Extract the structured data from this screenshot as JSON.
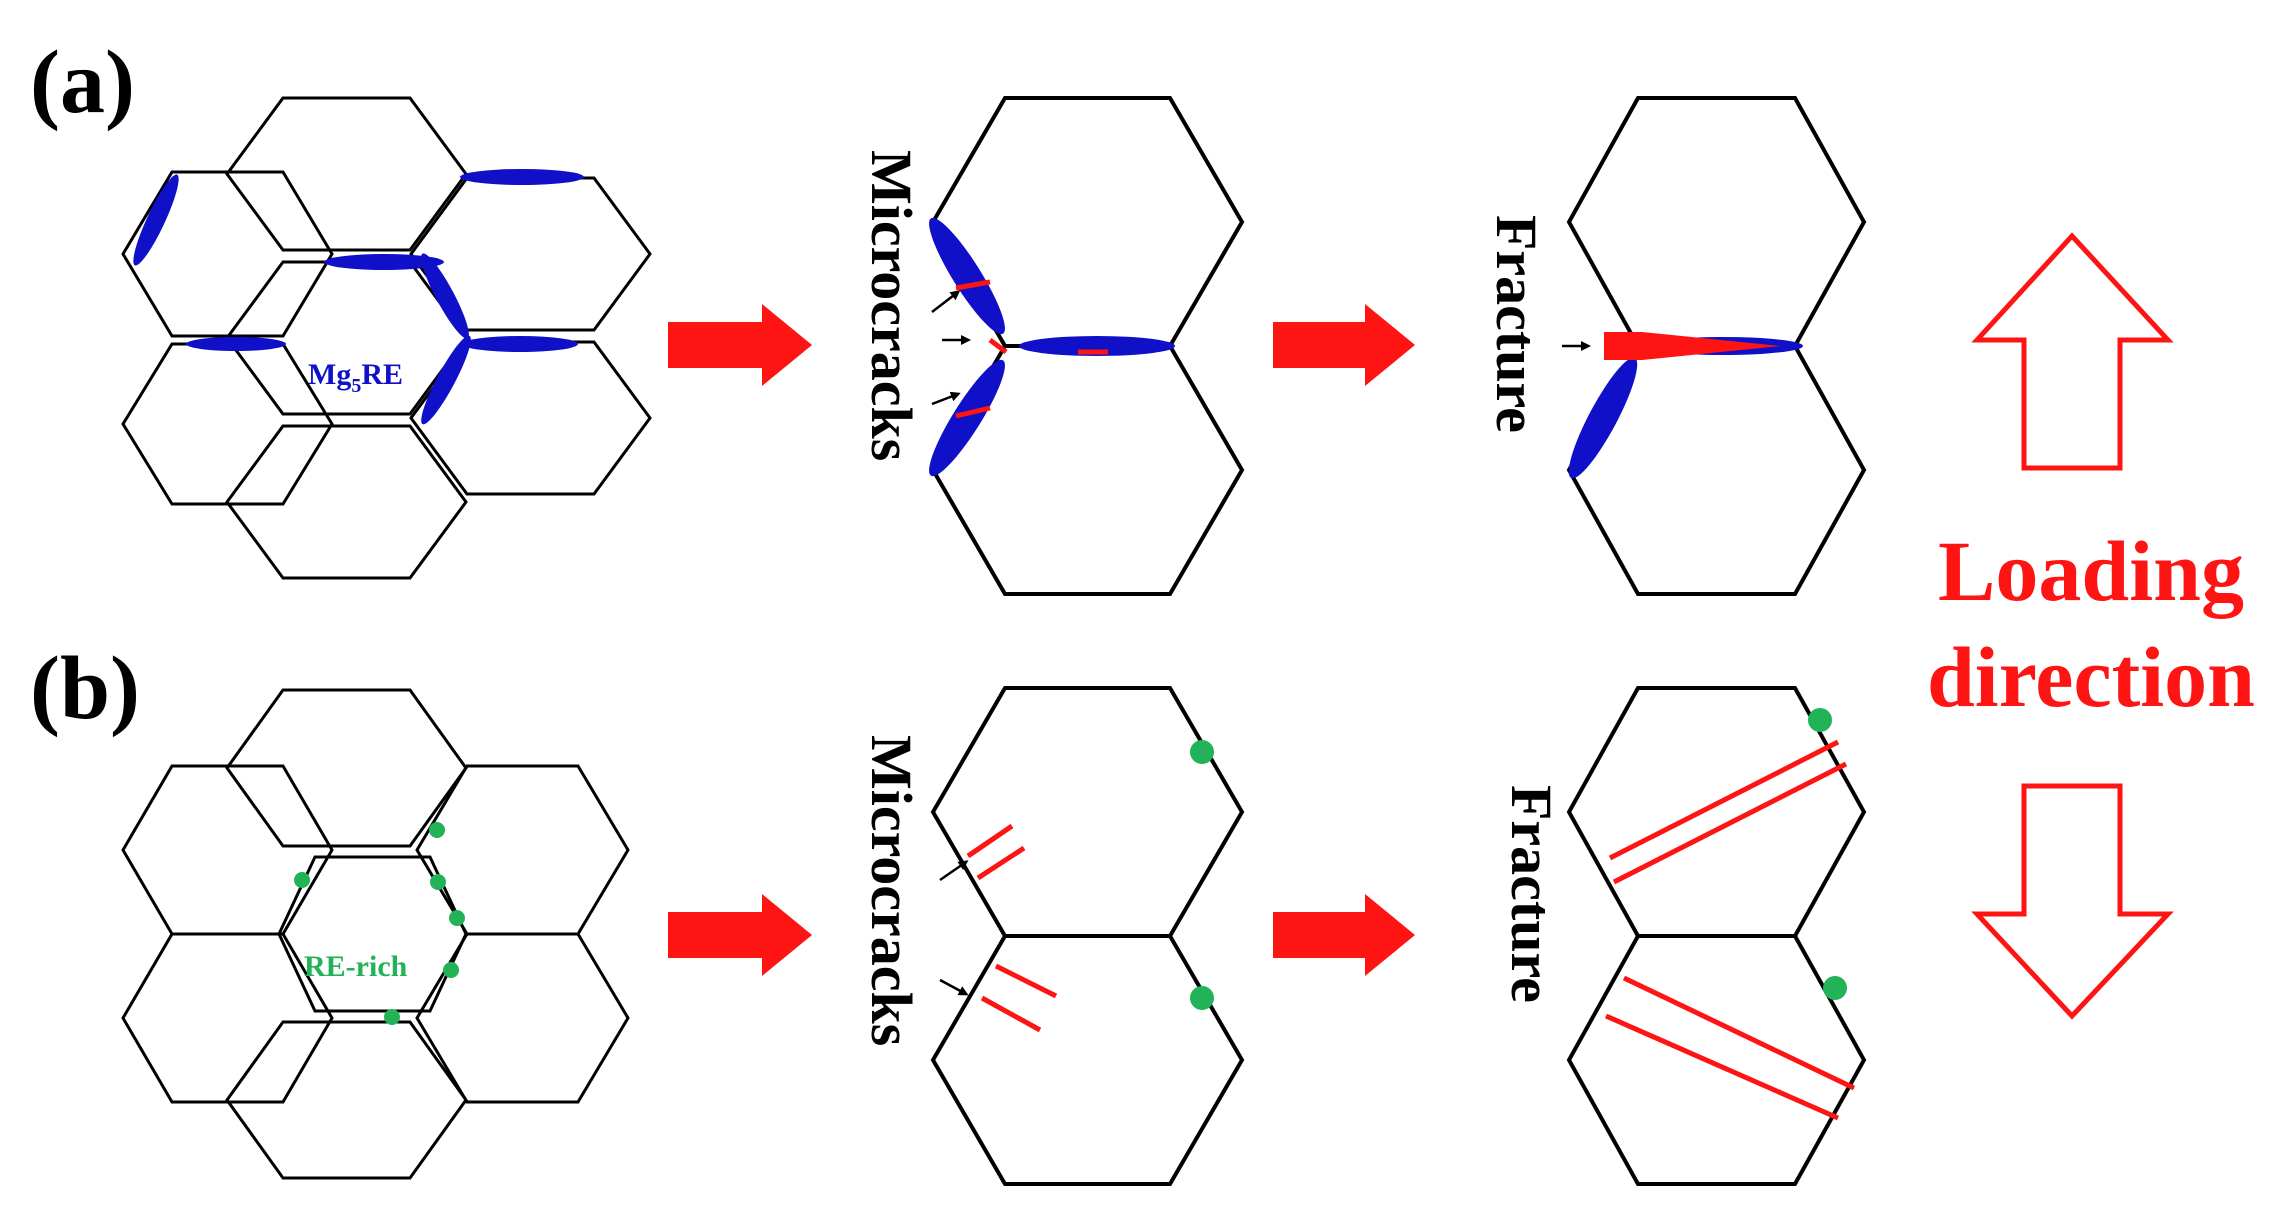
{
  "panels": {
    "a": {
      "label": "(a)",
      "phase_label": "Mg",
      "phase_subscript": "5",
      "phase_suffix": "RE",
      "microcracks_label": "Microcracks",
      "fracture_label": "Fracture"
    },
    "b": {
      "label": "(b)",
      "phase_label": "RE-rich",
      "microcracks_label": "Microcracks",
      "fracture_label": "Fracture"
    }
  },
  "loading": {
    "line1": "Loading",
    "line2": "direction"
  },
  "colors": {
    "phase_a": "#1010c8",
    "phase_b": "#22b257",
    "crack": "#ff1414",
    "arrow_fill": "#ff1414",
    "loading": "#ff1414",
    "grain_boundary": "#000000"
  }
}
